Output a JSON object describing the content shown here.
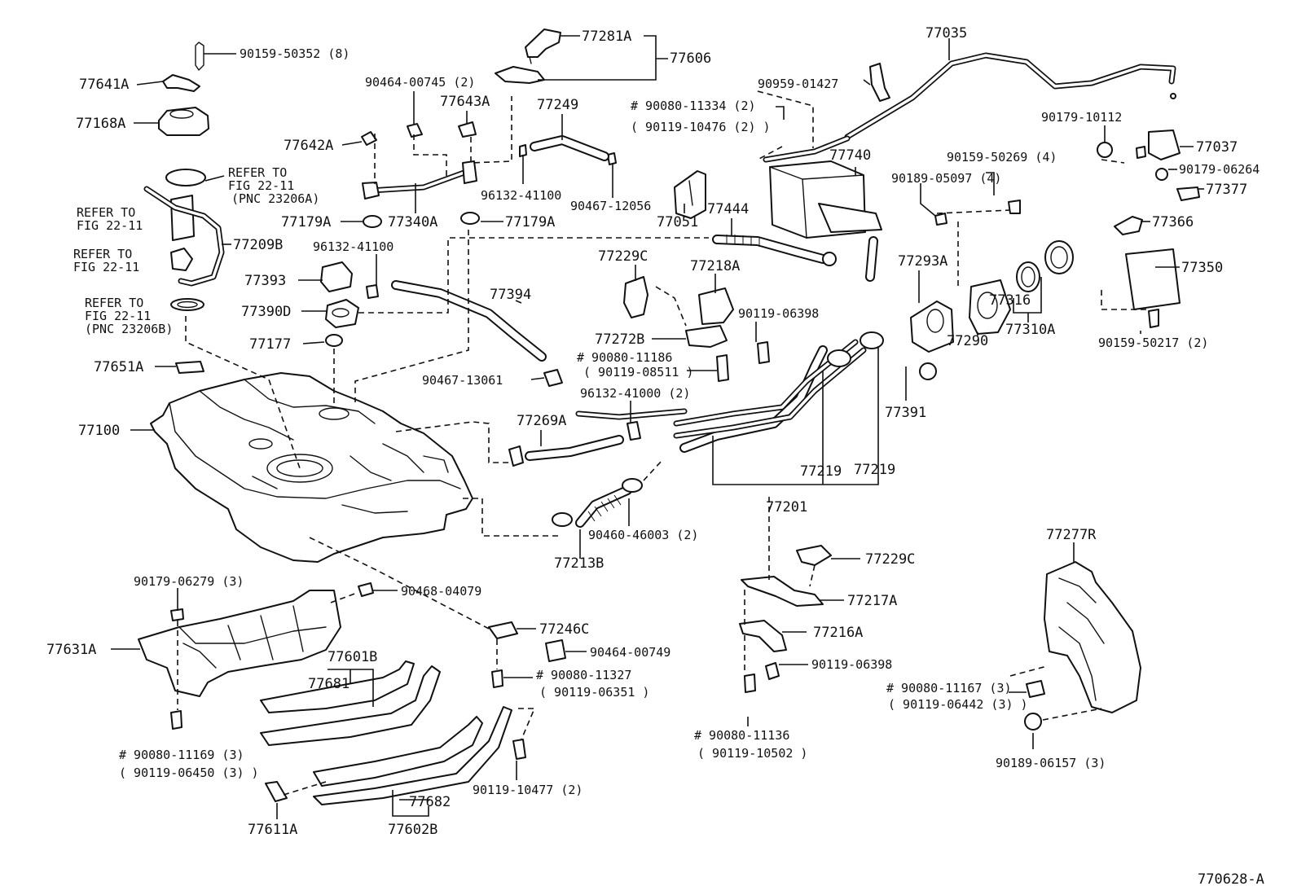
{
  "labels": {
    "p90159_50352": "90159-50352 (8)",
    "p77641A": "77641A",
    "p77168A": "77168A",
    "p77281A": "77281A",
    "p77606": "77606",
    "p90464_00745": "90464-00745 (2)",
    "p77643A": "77643A",
    "p77249": "77249",
    "p90080_11334": "# 90080-11334 (2)",
    "p90119_10476": "( 90119-10476 (2) )",
    "p77035": "77035",
    "p90959_01427": "90959-01427",
    "p90179_10112": "90179-10112",
    "p77037": "77037",
    "p90179_06264": "90179-06264",
    "p77377": "77377",
    "p77642A": "77642A",
    "refer1a": "REFER TO",
    "refer1b": "FIG 22-11",
    "refer1c": "(PNC 23206A)",
    "refer2a": "REFER TO",
    "refer2b": "FIG 22-11",
    "refer3a": "REFER TO",
    "refer3b": "FIG 22-11",
    "refer4a": "REFER TO",
    "refer4b": "FIG 22-11",
    "refer4c": "(PNC 23206B)",
    "p77209B": "77209B",
    "p77179A_l": "77179A",
    "p77340A": "77340A",
    "p77179A_r": "77179A",
    "p96132_41100_a": "96132-41100",
    "p90467_12056": "90467-12056",
    "p77051": "77051",
    "p77740": "77740",
    "p77444": "77444",
    "p90159_50269": "90159-50269 (4)",
    "p90189_05097": "90189-05097 (4)",
    "p77366": "77366",
    "p96132_41100_b": "96132-41100",
    "p77393": "77393",
    "p77390D": "77390D",
    "p77177": "77177",
    "p77394": "77394",
    "p77229C_a": "77229C",
    "p77218A": "77218A",
    "p77293A": "77293A",
    "p77316": "77316",
    "p77290": "77290",
    "p77310A": "77310A",
    "p77350": "77350",
    "p90159_50217": "90159-50217 (2)",
    "p90119_06398_a": "90119-06398",
    "p77272B": "77272B",
    "p77651A": "77651A",
    "p90080_11186": "# 90080-11186",
    "p90119_08511": "( 90119-08511 )",
    "p90467_13061": "90467-13061",
    "p96132_41000": "96132-41000 (2)",
    "p77391": "77391",
    "p77100": "77100",
    "p77269A": "77269A",
    "p77219_a": "77219",
    "p77219_b": "77219",
    "p77201": "77201",
    "p90460_46003": "90460-46003 (2)",
    "p77213B": "77213B",
    "p77277R": "77277R",
    "p77229C_b": "77229C",
    "p90179_06279": "90179-06279 (3)",
    "p90468_04079": "90468-04079",
    "p77217A": "77217A",
    "p77246C": "77246C",
    "p77216A": "77216A",
    "p77631A": "77631A",
    "p90464_00749": "90464-00749",
    "p77601B": "77601B",
    "p77681": "77681",
    "p90080_11327": "# 90080-11327",
    "p90119_06351": "( 90119-06351 )",
    "p90119_06398_b": "90119-06398",
    "p90080_11167": "# 90080-11167 (3)",
    "p90119_06442": "( 90119-06442 (3) )",
    "p90080_11169": "# 90080-11169 (3)",
    "p90119_06450": "( 90119-06450 (3) )",
    "p90080_11136": "# 90080-11136",
    "p90119_10502": "( 90119-10502 )",
    "p90189_06157": "90189-06157 (3)",
    "p90119_10477": "90119-10477 (2)",
    "p77682": "77682",
    "p77611A": "77611A",
    "p77602B": "77602B",
    "p770628A": "770628-A"
  }
}
